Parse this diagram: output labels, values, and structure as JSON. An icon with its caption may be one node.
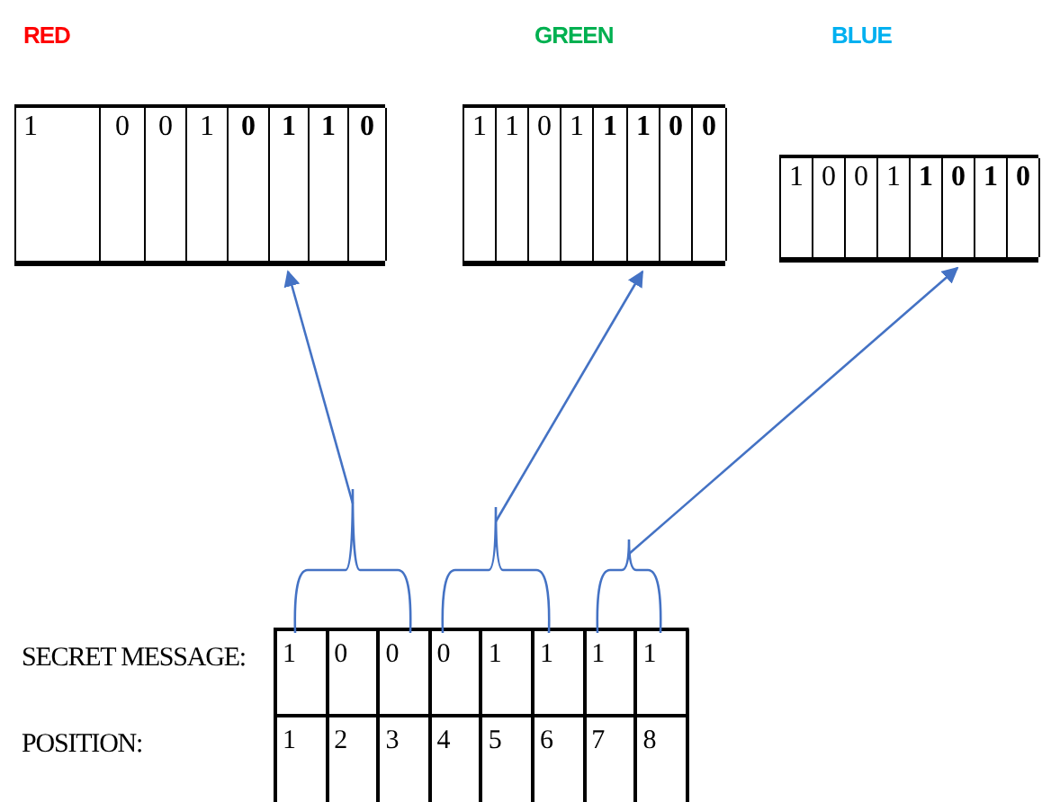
{
  "diagram": {
    "nodes": [
      {
        "text": [
          "RED"
        ]
      },
      {
        "text": [
          "1"
        ],
        "in": 0
      },
      {
        "text": [
          "0"
        ],
        "in": 0
      },
      {
        "text": [
          "0"
        ],
        "in": 0
      },
      {
        "text": [
          "1"
        ],
        "in": 0
      },
      {
        "text": [
          "0"
        ],
        "in": 0
      },
      {
        "text": [
          "1"
        ],
        "in": 0
      },
      {
        "text": [
          "1"
        ],
        "in": 0
      },
      {
        "text": [
          "0"
        ],
        "in": 0
      },
      {
        "text": [
          "GREEN"
        ]
      },
      {
        "text": [
          "1"
        ],
        "in": 9
      },
      {
        "text": [
          "1"
        ],
        "in": 9
      },
      {
        "text": [
          "0"
        ],
        "in": 9
      },
      {
        "text": [
          "1"
        ],
        "in": 9
      },
      {
        "text": [
          "1"
        ],
        "in": 9
      },
      {
        "text": [
          "1"
        ],
        "in": 9
      },
      {
        "text": [
          "0"
        ],
        "in": 9
      },
      {
        "text": [
          "0"
        ],
        "in": 9
      },
      {
        "text": [
          "BLUE"
        ]
      },
      {
        "text": [
          "1"
        ],
        "in": 18
      },
      {
        "text": [
          "0"
        ],
        "in": 18
      },
      {
        "text": [
          "0"
        ],
        "in": 18
      },
      {
        "text": [
          "1"
        ],
        "in": 18
      },
      {
        "text": [
          "1"
        ],
        "in": 18
      },
      {
        "text": [
          "0"
        ],
        "in": 18
      },
      {
        "text": [
          "1"
        ],
        "in": 18
      },
      {
        "text": [
          "0"
        ],
        "in": 18
      },
      {
        "text": [],
        "shape": "bracket"
      },
      {
        "text": [],
        "shape": "bracket"
      },
      {
        "text": [],
        "shape": "bracket"
      }
    ],
    "edges": [
      {
        "from": 27,
        "to": 6,
        "arrow": "to"
      },
      {
        "from": 28,
        "to": 15,
        "arrow": "to"
      },
      {
        "from": 29,
        "to": 24,
        "arrow": "to"
      }
    ],
    "labels": [
      "SECRET MESSAGE:",
      "1",
      "0",
      "0",
      "0",
      "1",
      "1",
      "1",
      "1",
      "POSITION:",
      "1",
      "2",
      "3",
      "4",
      "5",
      "6",
      "7",
      "8"
    ]
  }
}
